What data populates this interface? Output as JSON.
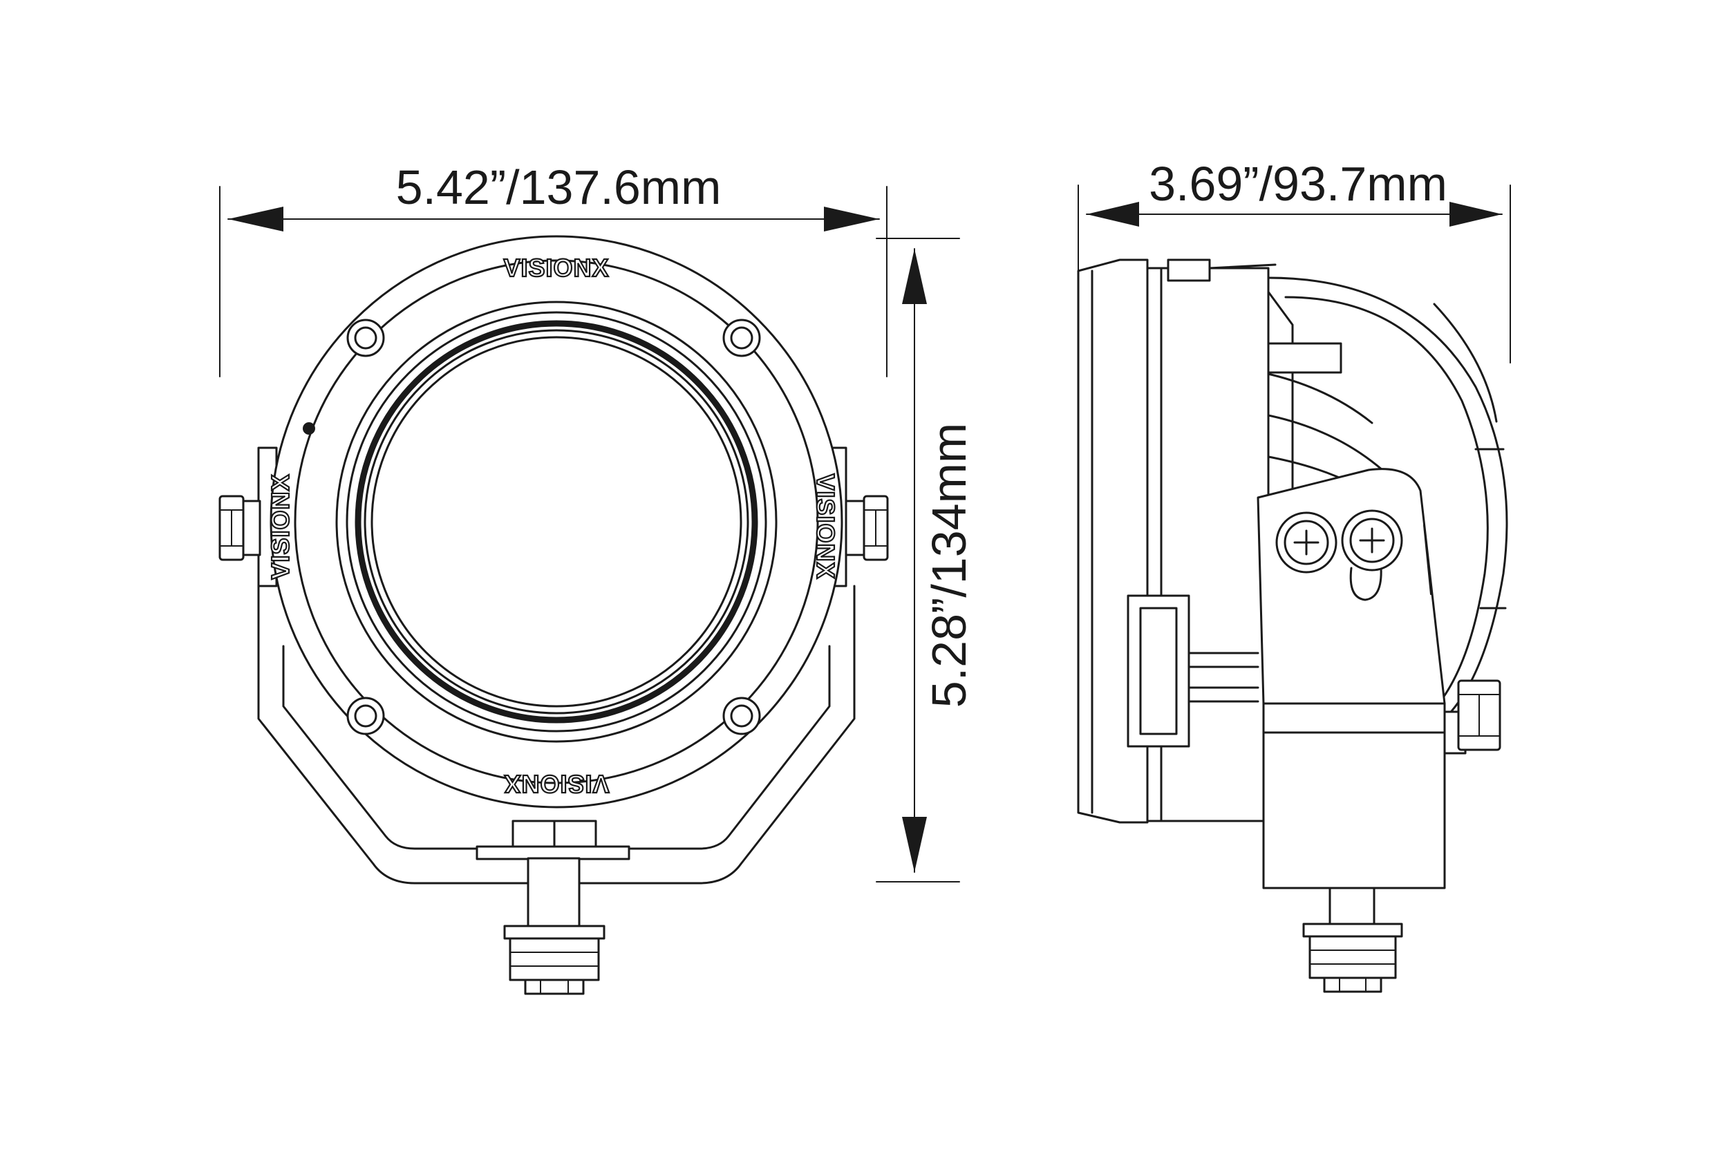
{
  "dimensions": {
    "width": "5.42”/137.6mm",
    "height": "5.28”/134mm",
    "depth": "3.69”/93.7mm"
  },
  "branding": {
    "logo_top": "VISIONX",
    "logo_bottom": "VISIONX",
    "logo_left": "VISIONX",
    "logo_right": "VISIONX"
  }
}
